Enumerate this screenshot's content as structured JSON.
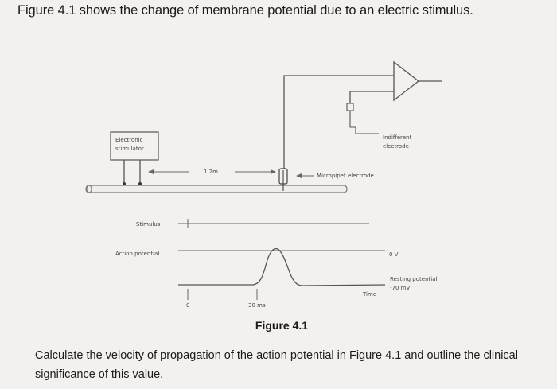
{
  "heading": "Figure 4.1 shows the change of membrane potential due to an electric stimulus.",
  "figure": {
    "stimulator_label_line1": "Electronic",
    "stimulator_label_line2": "stimulator",
    "distance_label": "1.2m",
    "micropipet_label": "Micropipet electrode",
    "indifferent_label_line1": "Indifferent",
    "indifferent_label_line2": "electrode",
    "stimulus_label": "Stimulus",
    "action_potential_label": "Action potential",
    "zero_v_label": "0 V",
    "resting_label_line1": "Resting potential",
    "resting_label_line2": "-70 mV",
    "time_label": "Time",
    "t0_label": "0",
    "t30_label": "30 ms"
  },
  "caption": "Figure 4.1",
  "question": "Calculate the velocity of propagation of the action potential in Figure 4.1 and outline the clinical significance of this value."
}
